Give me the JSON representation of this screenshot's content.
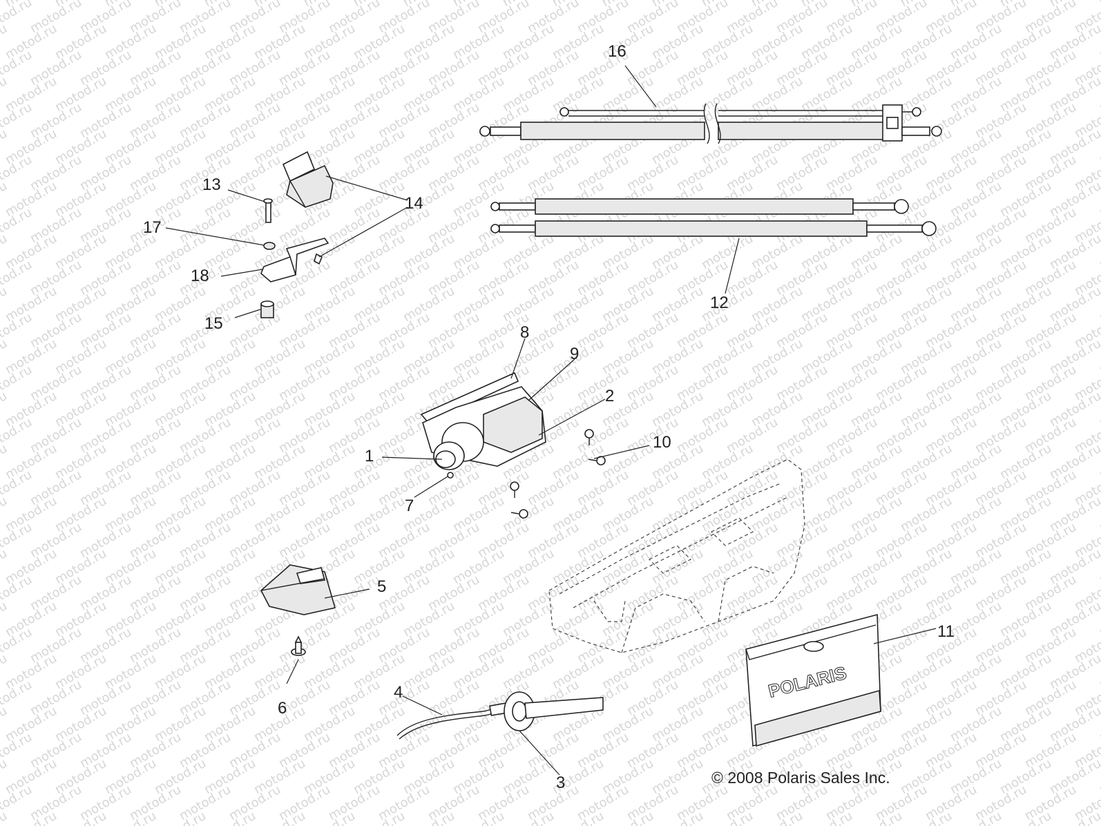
{
  "watermark": "motod.ru",
  "copyright": "© 2008 Polaris Sales Inc.",
  "callouts": [
    "1",
    "2",
    "3",
    "4",
    "5",
    "6",
    "7",
    "8",
    "9",
    "10",
    "11",
    "12",
    "13",
    "14",
    "15",
    "16",
    "17",
    "18"
  ],
  "logo_text": "POLARIS"
}
